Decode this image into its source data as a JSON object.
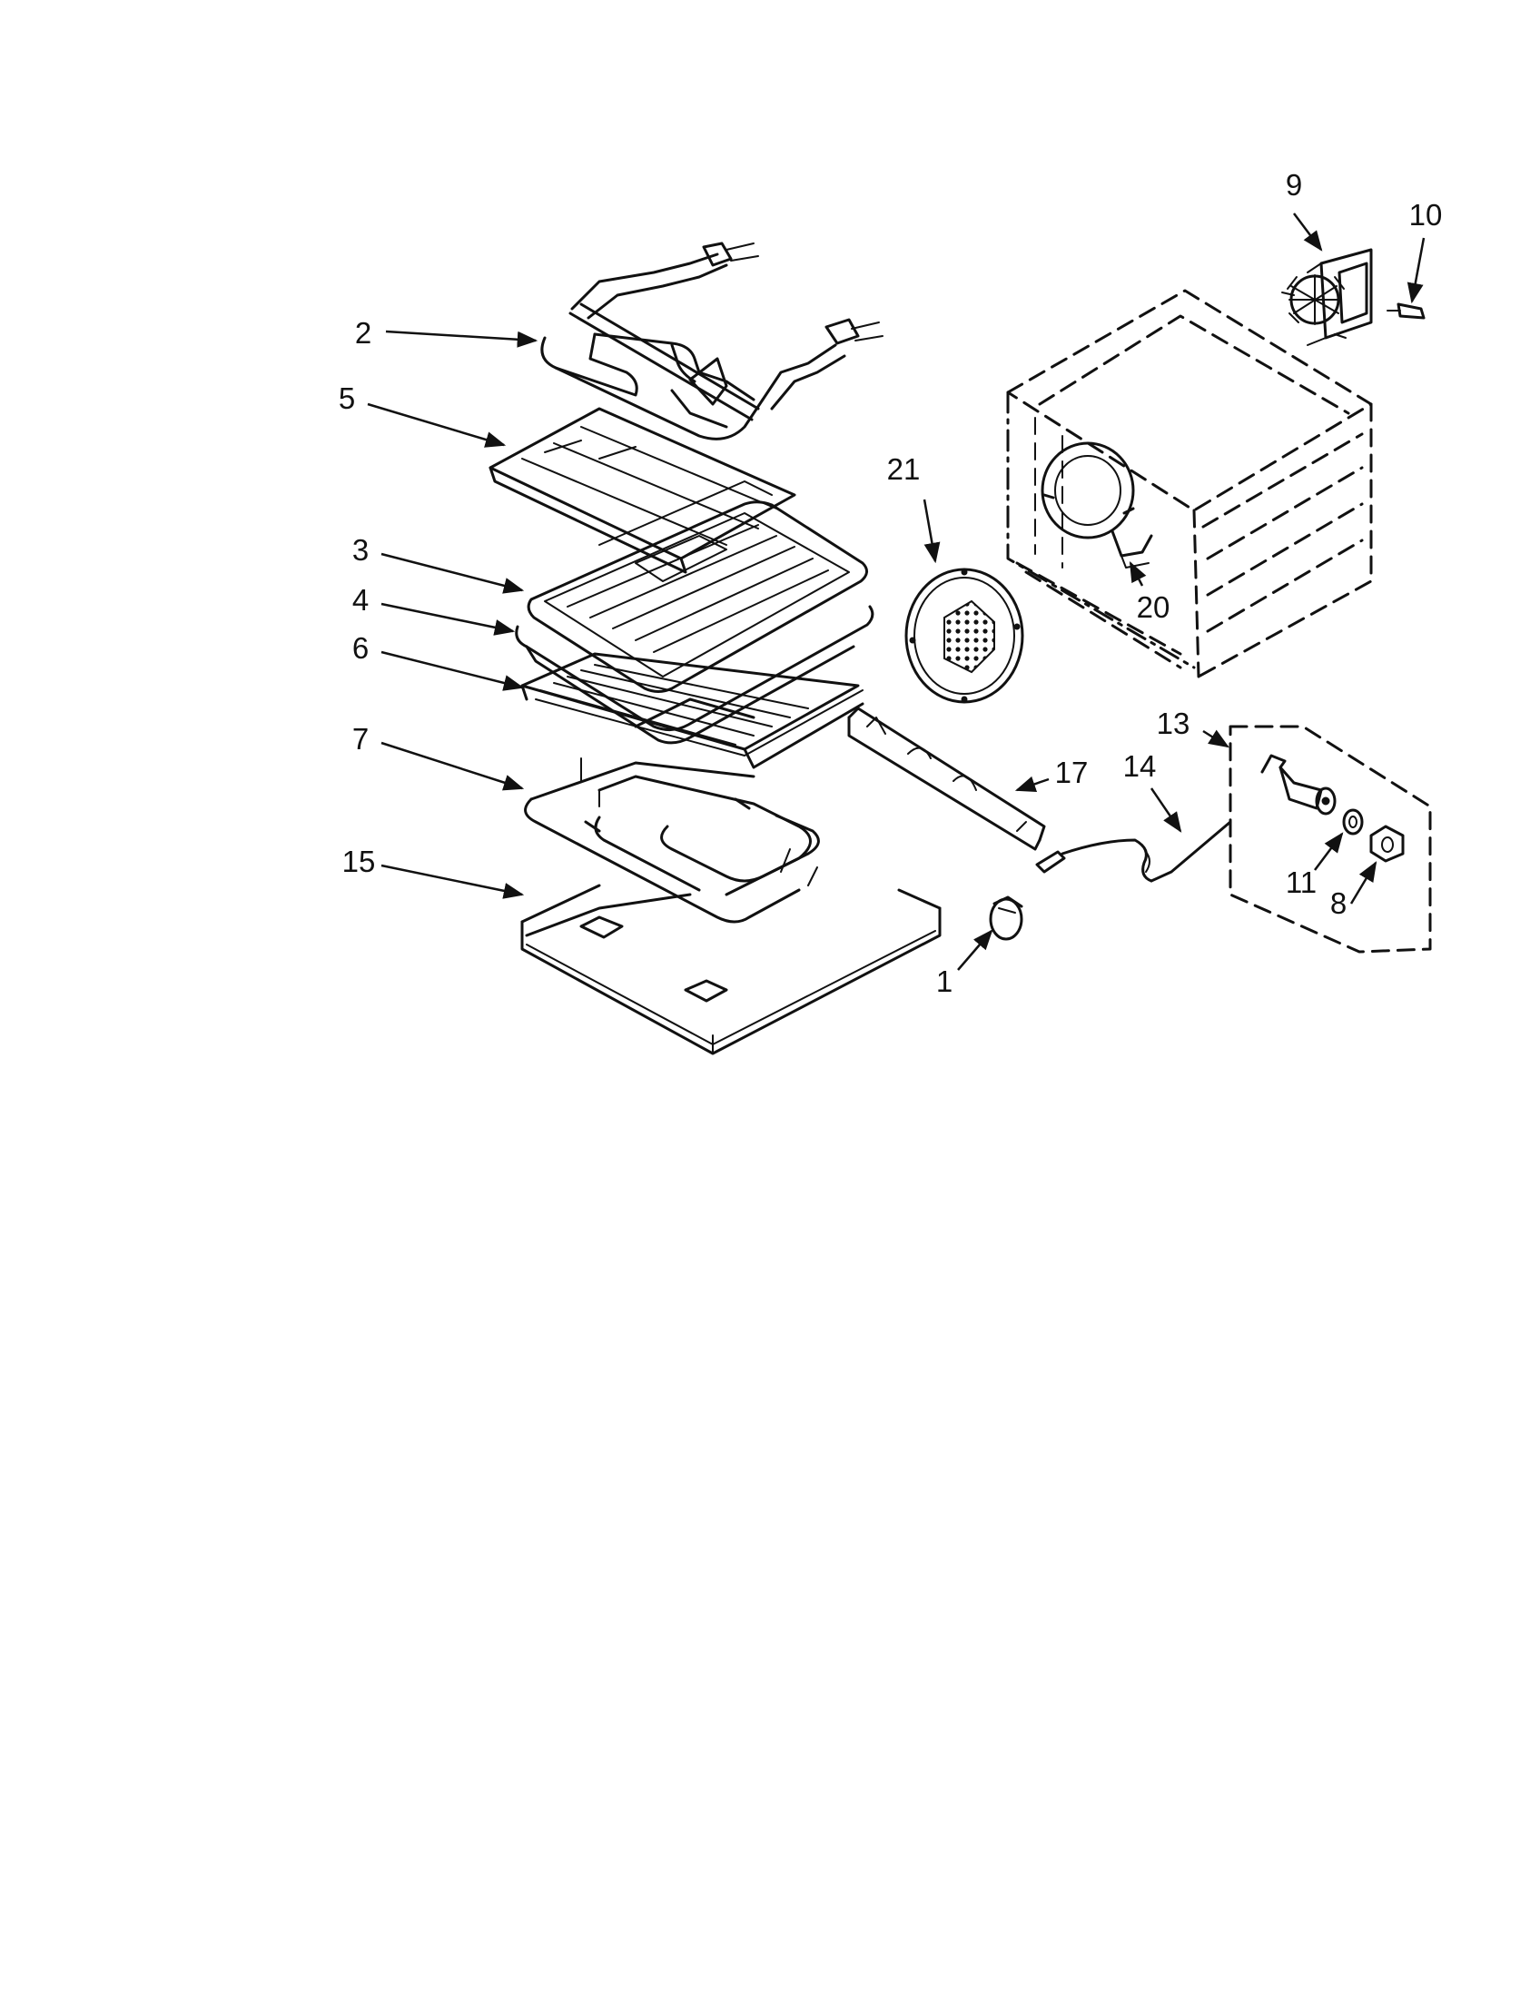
{
  "diagram": {
    "callouts": [
      {
        "label": "1"
      },
      {
        "label": "2"
      },
      {
        "label": "3"
      },
      {
        "label": "4"
      },
      {
        "label": "5"
      },
      {
        "label": "6"
      },
      {
        "label": "7"
      },
      {
        "label": "8"
      },
      {
        "label": "9"
      },
      {
        "label": "10"
      },
      {
        "label": "11"
      },
      {
        "label": "13"
      },
      {
        "label": "14"
      },
      {
        "label": "15"
      },
      {
        "label": "17"
      },
      {
        "label": "20"
      },
      {
        "label": "21"
      }
    ]
  }
}
